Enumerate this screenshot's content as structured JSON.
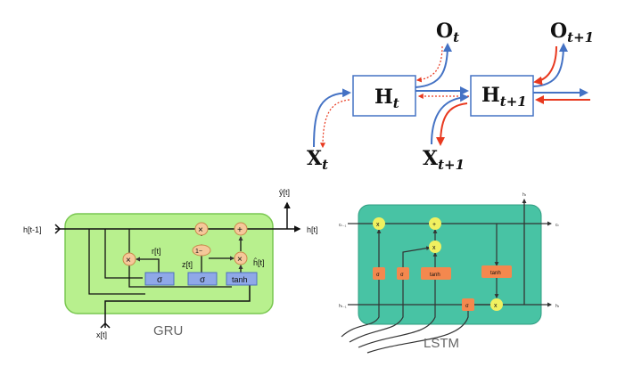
{
  "rnn": {
    "h_t": {
      "base": "H",
      "sub": "t"
    },
    "h_t1": {
      "base": "H",
      "sub": "t+1"
    },
    "o_t": {
      "base": "O",
      "sub": "t"
    },
    "o_t1": {
      "base": "O",
      "sub": "t+1"
    },
    "x_t": {
      "base": "X",
      "sub": "t"
    },
    "x_t1": {
      "base": "X",
      "sub": "t+1"
    }
  },
  "gru": {
    "caption": "GRU",
    "h_prev": "h[t-1]",
    "h_out": "h[t]",
    "y_out": "ŷ[t]",
    "x_in": "x[t]",
    "r_label": "r[t]",
    "z_label": "z[t]",
    "h_tilde_label": "ĥ[t]",
    "gate_sigma_1": "σ",
    "gate_sigma_2": "σ",
    "gate_tanh": "tanh",
    "op_mult": "×",
    "op_add": "+",
    "op_one_minus": "1−"
  },
  "lstm": {
    "caption": "LSTM",
    "c_prev": "cₜ₋₁",
    "c_out": "cₜ",
    "h_prev": "hₜ₋₁",
    "h_out": "hₜ",
    "h_top": "hₜ",
    "gate_sigma_1": "σ",
    "gate_sigma_2": "σ",
    "gate_sigma_3": "σ",
    "gate_tanh_1": "tanh",
    "gate_tanh_2": "tanh",
    "op_x": "x",
    "op_add": "+"
  },
  "colors": {
    "blue_arrow": "#4472c4",
    "red_arrow": "#e8391f",
    "gru_box": "#b8f08e",
    "gru_gate": "#8fa8e8",
    "gru_op": "#f5c89a",
    "lstm_box": "#48c3a4",
    "lstm_gate": "#f4884e",
    "lstm_op": "#f0f060"
  }
}
